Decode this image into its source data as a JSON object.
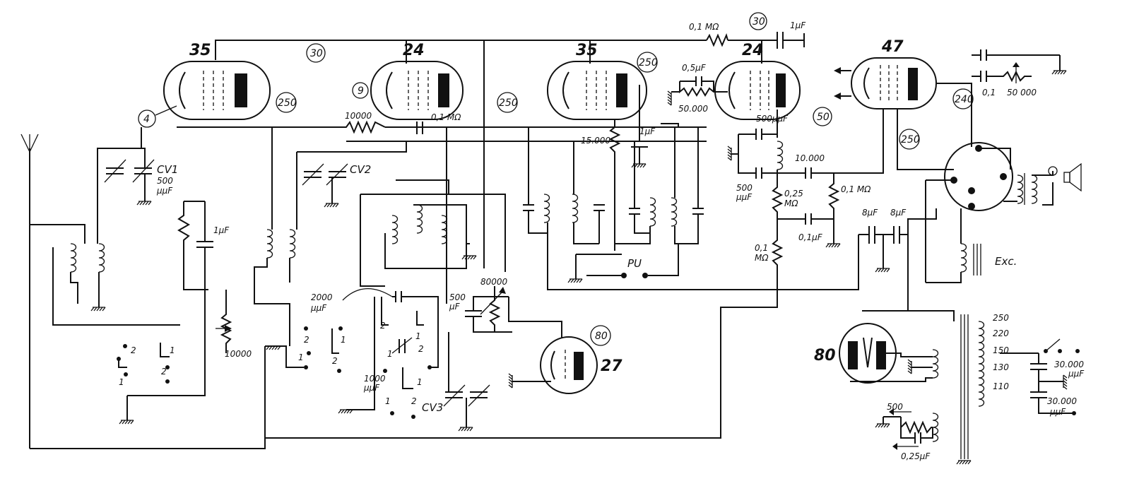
{
  "colors": {
    "ink": "#111111",
    "paper": "#ffffff"
  },
  "tubes": {
    "t1": "35",
    "t2": "24",
    "t3": "35",
    "t4": "24",
    "t5": "47",
    "t6": "27",
    "t7": "80"
  },
  "circled": {
    "c4": "4",
    "c250a": "250",
    "c30a": "30",
    "c9": "9",
    "c250b": "250",
    "c250c": "250",
    "c30b": "30",
    "c50": "50",
    "c240": "240",
    "c250d": "250",
    "c80": "80"
  },
  "labels": {
    "r01mohm_top": "0,1 MΩ",
    "c1uf_top": "1μF",
    "cv1": "CV1",
    "cv1_500": "500",
    "cv1_uuf": "μμF",
    "cv2": "CV2",
    "cv3": "CV3",
    "r10000_grid": "10000",
    "c01mohm_grid": "0,1 MΩ",
    "r10000_pot": "10000",
    "c1uf_left": "1μF",
    "c2000": "2000",
    "c2000_u": "μμF",
    "c1000": "1000",
    "c1000_u": "μμF",
    "c500_det": "500",
    "c500_det_u": "μF",
    "r80000": "80000",
    "r15000": "15.000",
    "c1uf_mid": "1μF",
    "pu": "PU",
    "c05uf": "0,5μF",
    "r50000a": "50.000",
    "c500uuf_top": "500μμF",
    "c500uuf_left": "500",
    "c500uuf_left_u": "μμF",
    "r10000_out": "10.000",
    "r01mohm_out": "0,1 MΩ",
    "r025mohm": "0,25",
    "r025mohm_u": "MΩ",
    "c01uf_out": "0,1μF",
    "r01mohm_low": "0,1",
    "r01mohm_low_u": "MΩ",
    "c8uf_1": "8μF",
    "c8uf_2": "8μF",
    "c01_tone": "0,1",
    "r50000b": "50 000",
    "exc": "Exc.",
    "v250": "250",
    "v220": "220",
    "v150": "150",
    "v130": "130",
    "v110": "110",
    "c30000a": "30.000",
    "c30000a_u": "μμF",
    "c30000b": "30.000",
    "c30000b_u": "μμF",
    "r500": "500",
    "c025uf": "0,25μF",
    "sw1": "1",
    "sw2": "2"
  }
}
